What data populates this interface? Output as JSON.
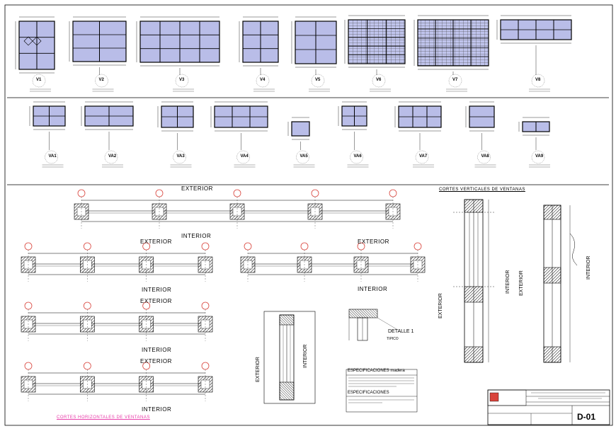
{
  "window_types_row1": [
    {
      "code": "V1"
    },
    {
      "code": "V2"
    },
    {
      "code": "V3"
    },
    {
      "code": "V4"
    },
    {
      "code": "V5"
    },
    {
      "code": "V6"
    },
    {
      "code": "V7"
    },
    {
      "code": "V8"
    }
  ],
  "window_types_row2": [
    {
      "code": "VA1"
    },
    {
      "code": "VA2"
    },
    {
      "code": "VA3"
    },
    {
      "code": "VA4"
    },
    {
      "code": "VA5"
    },
    {
      "code": "VA6"
    },
    {
      "code": "VA7"
    },
    {
      "code": "VA8"
    },
    {
      "code": "VA9"
    }
  ],
  "labels": {
    "exterior": "EXTERIOR",
    "interior": "INTERIOR",
    "cortes_verticales": "CORTES VERTICALES DE VENTANAS",
    "cortes_horizontales": "CORTES HORIZONTALES DE VENTANAS",
    "detalle": "DETALLE 1",
    "tipico": "TIPICO",
    "especificaciones_madera": "ESPECIFICACIONES madera",
    "especificaciones": "ESPECIFICACIONES"
  },
  "title_block": {
    "sheet_code": "D-01"
  },
  "colors": {
    "glass": "#b9bde8",
    "marker": "#d9433b",
    "section_title": "#e83aa8",
    "leader": "#2ab43a"
  }
}
